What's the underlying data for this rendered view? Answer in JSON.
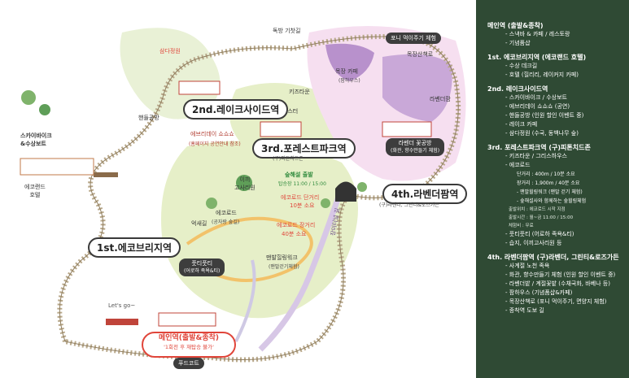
{
  "map": {
    "stations": {
      "main": {
        "title": "메인역(출발&종착)",
        "note": "'1회전 후 재탑승 불가'"
      },
      "eco": {
        "title": "1st.에코브리지역"
      },
      "lakeside": {
        "title": "2nd.레이크사이드역"
      },
      "forest": {
        "title": "3rd.포레스트파크역",
        "sub": "(구)피톤치드존"
      },
      "lavender": {
        "title": "4th.라벤더팜역",
        "sub": "(구)라벤더, 그린티&로즈가든"
      }
    },
    "places": {
      "samda": "삼다정원",
      "handle": "핸들공방",
      "skybike": "스카이바이크\n&수상보트",
      "ecoland_hotel": "에코랜드\n호텔",
      "ebridge": "에브리데이 쇼쇼쇼",
      "ebridge_note": "(홈페이지 공연안내 참조)",
      "train_road": "독방 기찻길",
      "kids": "키즈타운",
      "ballon": "발로코스터",
      "pony": "포니 먹이주기 체험",
      "ranch_trail": "목장산책로",
      "ranch_cafe": "목장 카페",
      "ranch_cafe_sub": "(팜하우스)",
      "lavender_farm": "라벤더팜",
      "lavender_hall": "라벤더 꽃공방",
      "lavender_hall_sub": "(화관, 향수만들기 체험)",
      "igae": "이끼\n고사리원",
      "rest": "숲해설 출발",
      "rest_time": "탑승장 11:00 / 15:00",
      "eco_short": "에코로드 단거리",
      "eco_short_time": "10분 소요",
      "eco_long": "에코로드 장거리",
      "eco_long_time": "40분 소요",
      "ecoroad": "에코로드",
      "ecoroad_sub": "(공자랑 숲길)",
      "stone": "억새길",
      "poolti": "풋티풋티",
      "poolti_sub": "(어로하 족욕&티)",
      "walk": "맨발힐링워크",
      "walk_sub": "(맨발걷기체험)",
      "secret": "장미터널 길",
      "letsgo": "Let's go~",
      "foodcourt": "푸드코트"
    }
  },
  "guide": [
    {
      "h": "메인역 (출발&종착)",
      "items": [
        {
          "t": "- 스낵바 & 카페 / 레스토랑"
        },
        {
          "t": "- 기념품샵"
        }
      ]
    },
    {
      "h": "1st. 에코브리지역 (에코랜드 호텔)",
      "items": [
        {
          "t": "- 수상 데크길"
        },
        {
          "t": "- 호텔 (힐리리, 레이커지 카페)"
        }
      ]
    },
    {
      "h": "2nd. 레이크사이드역",
      "items": [
        {
          "t": "- 스카이바이크 / 수상보트"
        },
        {
          "t": "- 에브리데이 쇼쇼쇼 (공연)"
        },
        {
          "t": "- 핸들공방 (인원 할인 이벤트 중)"
        },
        {
          "t": "- 레이크 카페"
        },
        {
          "t": "- 삼다정원 (수국, 동백나무 숲)"
        }
      ]
    },
    {
      "h": "3rd. 포레스트파크역 (구)피톤치드존",
      "items": [
        {
          "t": "- 키즈타운 / 그리스하우스"
        },
        {
          "t": "- 에코로드"
        },
        {
          "t": "단거리 : 400m / 10분 소요",
          "cls": "s-i3"
        },
        {
          "t": "장거리 : 1,900m / 40분 소요",
          "cls": "s-i3"
        },
        {
          "t": "- 맨발힐링워크 (맨발 걷기 체험)",
          "cls": "s-i3"
        },
        {
          "t": "- 숲해설사와 함께하는 숲힐링체험",
          "cls": "s-i3"
        },
        {
          "t": "출발위치 : 에코로드 시작 지점",
          "cls": "s-i2"
        },
        {
          "t": "출발시간 : 월~금 11:00 / 15:00",
          "cls": "s-i2"
        },
        {
          "t": "체험비 : 무료",
          "cls": "s-i2"
        },
        {
          "t": "- 풋티풋티 (어로하 족욕&티)"
        },
        {
          "t": "- 습지, 이끼고사리원 등"
        }
      ]
    },
    {
      "h": "4th. 라벤더팜역 (구)라벤더, 그린티&로즈가든",
      "items": [
        {
          "t": "- 사계절 노천 족욕"
        },
        {
          "t": "- 화관, 향수만들기 체험 (인원 할인 이벤트 중)"
        },
        {
          "t": "- 라벤더밭 / 계절꽃밭 (수채국화, 바베나 등)"
        },
        {
          "t": "- 팜하우스 (기념품샵&카페)"
        },
        {
          "t": "- 목장산책로 (포니 먹이주기, 면양지 체험)"
        },
        {
          "t": "- 종착역 도보 길"
        }
      ]
    }
  ],
  "colors": {
    "track": "#b8a88a",
    "sidebar": "#2f4a34",
    "accent_red": "#e0453a",
    "green": "#2f8a3c",
    "lavender": "#c9a8d8"
  }
}
